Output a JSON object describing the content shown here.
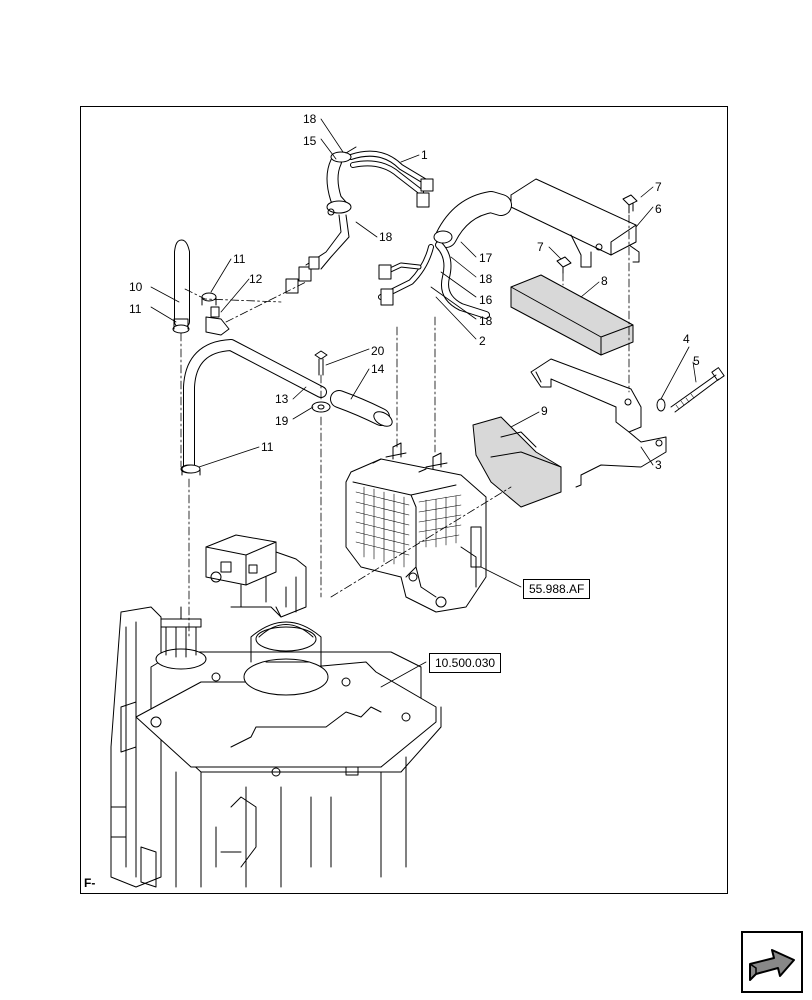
{
  "sheet_label": "F-",
  "ref_boxes": {
    "a": "55.988.AF",
    "b": "10.500.030"
  },
  "callouts": {
    "c18a": "18",
    "c15": "15",
    "c1": "1",
    "c18b": "18",
    "c7a": "7",
    "c6": "6",
    "c7b": "7",
    "c17": "17",
    "c18c": "18",
    "c16": "16",
    "c18d": "18",
    "c2": "2",
    "c8": "8",
    "c11a": "11",
    "c12": "12",
    "c10": "10",
    "c11b": "11",
    "c20": "20",
    "c14": "14",
    "c13": "13",
    "c19": "19",
    "c4": "4",
    "c5": "5",
    "c9": "9",
    "c11c": "11",
    "c3": "3"
  },
  "nav": {
    "icon": "next-page-arrow-icon"
  }
}
